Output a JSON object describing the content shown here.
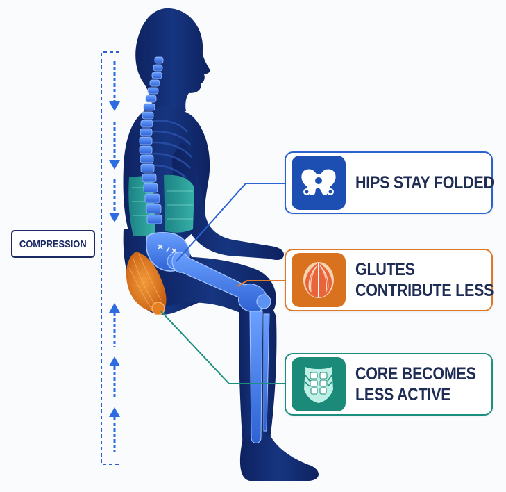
{
  "compression": {
    "label": "COMPRESSION"
  },
  "callouts": [
    {
      "id": "hips",
      "lines": [
        "HIPS STAY FOLDED"
      ],
      "color": "#2a63cf",
      "icon": "pelvis-icon"
    },
    {
      "id": "glutes",
      "lines": [
        "GLUTES",
        "CONTRIBUTE LESS"
      ],
      "color": "#dc7a2a",
      "icon": "gluteal-muscle-icon"
    },
    {
      "id": "core",
      "lines": [
        "CORE BECOMES",
        "LESS ACTIVE"
      ],
      "color": "#1c8f7f",
      "icon": "abdominal-muscles-icon"
    }
  ],
  "colors": {
    "body": "#13296b",
    "bone": "#3d78e6",
    "glute": "#e07a1c",
    "core": "#29a89a",
    "arrow": "#2d6be0"
  }
}
